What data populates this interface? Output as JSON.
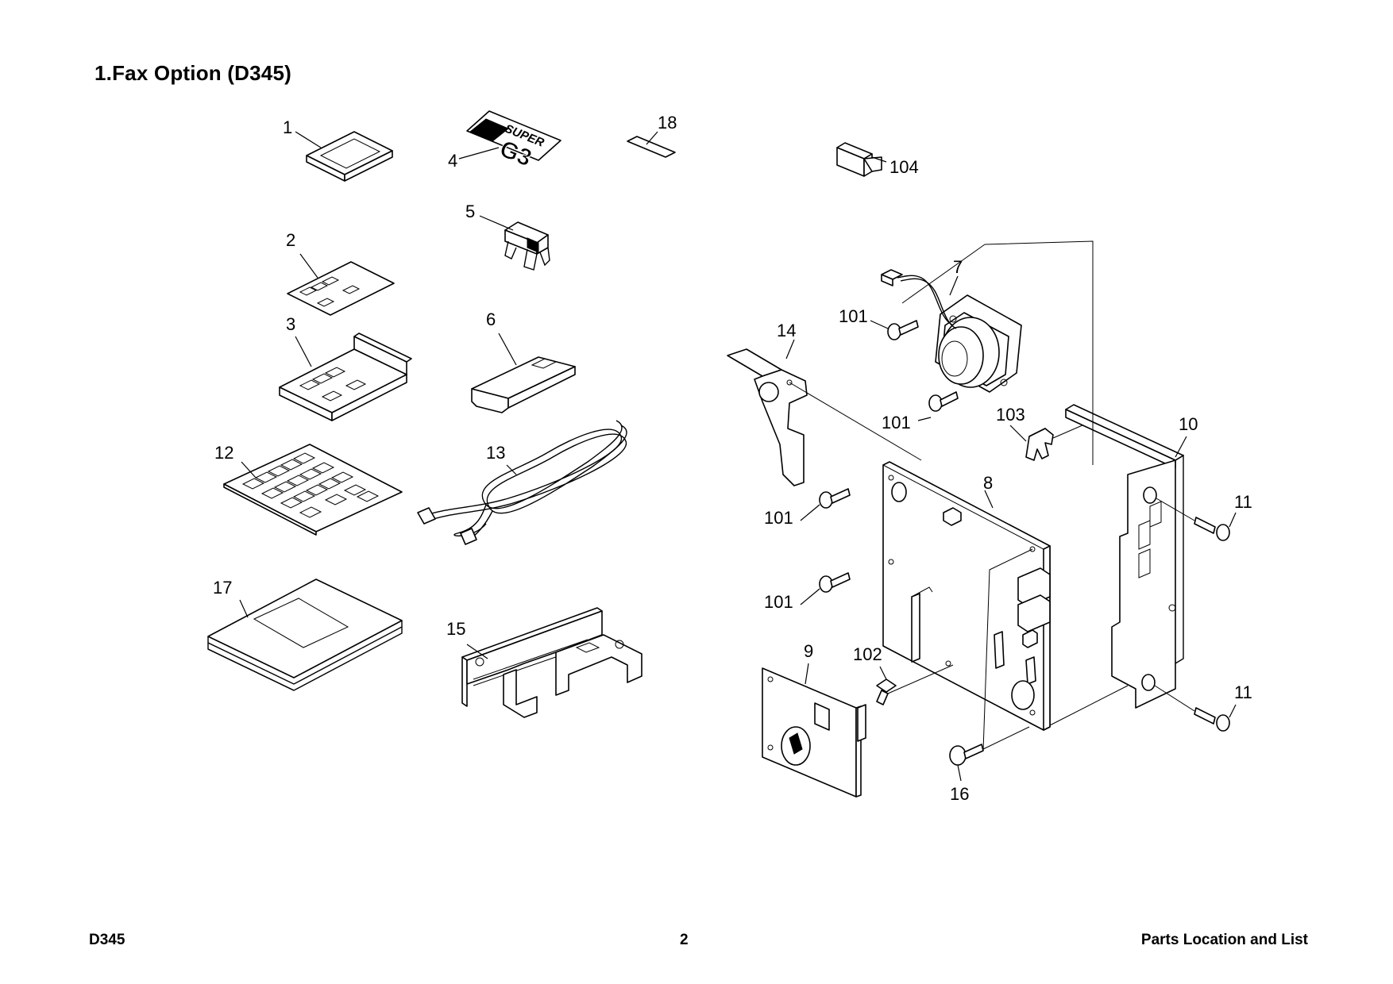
{
  "page": {
    "title": "1.Fax Option (D345)"
  },
  "logo": {
    "top_word": "SUPER",
    "main_word": "G3"
  },
  "callouts": [
    {
      "id": "c1",
      "label": "1"
    },
    {
      "id": "c2",
      "label": "2"
    },
    {
      "id": "c3",
      "label": "3"
    },
    {
      "id": "c4",
      "label": "4"
    },
    {
      "id": "c5",
      "label": "5"
    },
    {
      "id": "c6",
      "label": "6"
    },
    {
      "id": "c7",
      "label": "7"
    },
    {
      "id": "c8",
      "label": "8"
    },
    {
      "id": "c9",
      "label": "9"
    },
    {
      "id": "c10",
      "label": "10"
    },
    {
      "id": "c11a",
      "label": "11"
    },
    {
      "id": "c11b",
      "label": "11"
    },
    {
      "id": "c12",
      "label": "12"
    },
    {
      "id": "c13",
      "label": "13"
    },
    {
      "id": "c14",
      "label": "14"
    },
    {
      "id": "c15",
      "label": "15"
    },
    {
      "id": "c16",
      "label": "16"
    },
    {
      "id": "c17",
      "label": "17"
    },
    {
      "id": "c18",
      "label": "18"
    },
    {
      "id": "c101a",
      "label": "101"
    },
    {
      "id": "c101b",
      "label": "101"
    },
    {
      "id": "c101c",
      "label": "101"
    },
    {
      "id": "c101d",
      "label": "101"
    },
    {
      "id": "c102",
      "label": "102"
    },
    {
      "id": "c103",
      "label": "103"
    },
    {
      "id": "c104",
      "label": "104"
    }
  ],
  "footer": {
    "model": "D345",
    "page_number": "2",
    "section": "Parts Location and List"
  }
}
